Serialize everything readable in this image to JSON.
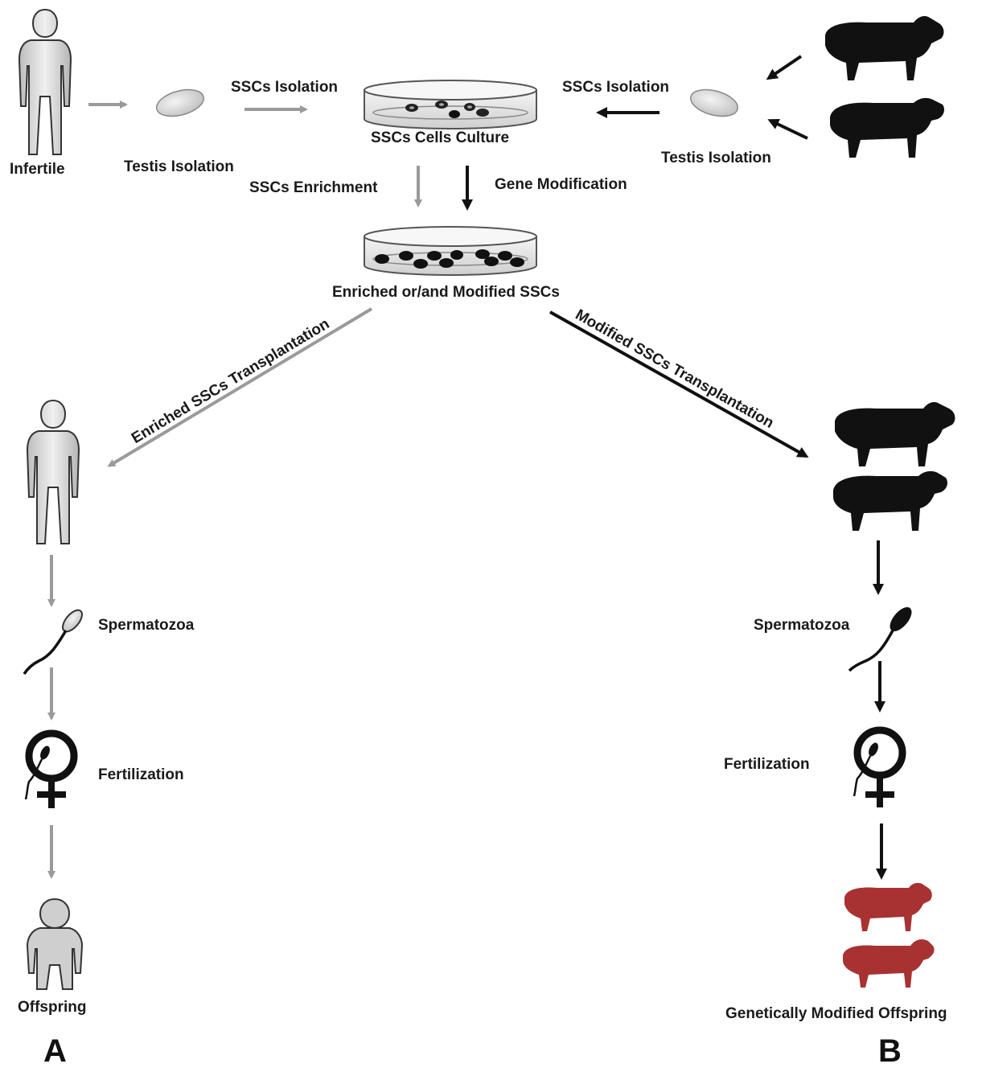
{
  "labels": {
    "infertile": "Infertile",
    "testis_isolation_left": "Testis Isolation",
    "ssc_isolation_left": "SSCs Isolation",
    "ssc_isolation_right": "SSCs Isolation",
    "testis_isolation_right": "Testis Isolation",
    "ssc_culture": "SSCs Cells Culture",
    "ssc_enrichment": "SSCs Enrichment",
    "gene_modification": "Gene Modification",
    "enriched_modified": "Enriched or/and Modified SSCs",
    "enriched_transplantation": "Enriched SSCs Transplantation",
    "modified_transplantation": "Modified SSCs Transplantation",
    "spermatozoa_left": "Spermatozoa",
    "spermatozoa_right": "Spermatozoa",
    "fertilization_left": "Fertilization",
    "fertilization_right": "Fertilization",
    "offspring": "Offspring",
    "gm_offspring": "Genetically Modified Offspring"
  },
  "panels": {
    "a": "A",
    "b": "B"
  },
  "colors": {
    "gray_arrow": "#9a9a9a",
    "black_arrow": "#111111",
    "offspring_cattle": "#a83232",
    "human_fill": "#d9d9d9"
  }
}
